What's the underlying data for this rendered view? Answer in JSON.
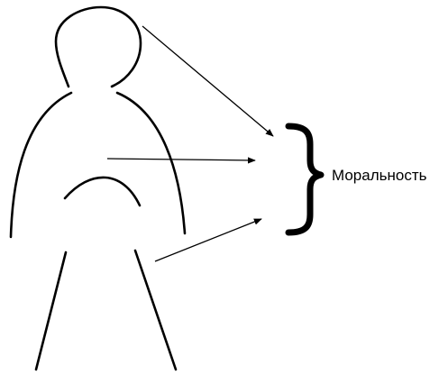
{
  "label": "Моральность",
  "colors": {
    "ink": "#000000",
    "background": "#ffffff"
  },
  "figure_parts": [
    "head",
    "torso",
    "heart-arch",
    "legs"
  ],
  "arrow_sources": [
    "head",
    "chest",
    "legs"
  ],
  "brace_icon": "right-curly-brace"
}
